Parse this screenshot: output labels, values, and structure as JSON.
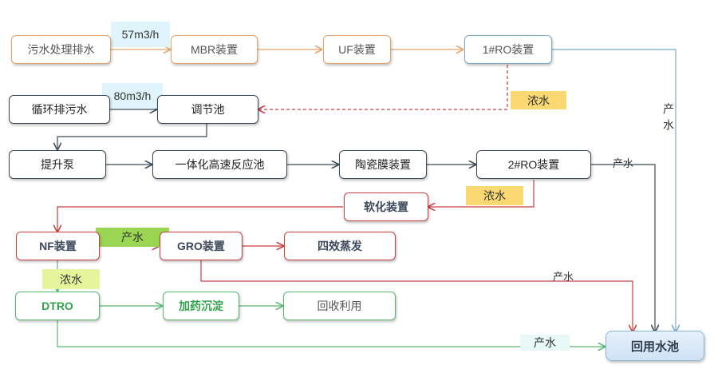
{
  "nodes": {
    "wastewater_discharge": "污水处理排水",
    "mbr": "MBR装置",
    "uf": "UF装置",
    "ro1": "1#RO装置",
    "circulating_blowdown": "循环排污水",
    "regulating_tank": "调节池",
    "lift_pump": "提升泵",
    "hd_reactor": "一体化高速反应池",
    "ceramic_membrane": "陶瓷膜装置",
    "ro2": "2#RO装置",
    "softening": "软化装置",
    "nf": "NF装置",
    "gro": "GRO装置",
    "four_effect_evap": "四效蒸发",
    "dtro": "DTRO",
    "dosing_precip": "加药沉淀",
    "recycle_use": "回收利用",
    "reuse_pool": "回用水池"
  },
  "labels": {
    "flow_57": "57m3/h",
    "flow_80": "80m3/h",
    "concentrate_ro1": "浓水",
    "concentrate_ro2": "浓水",
    "concentrate_nf": "浓水",
    "product_ro1_vertical": "产水",
    "product_ro2": "产水",
    "product_nf": "产水",
    "product_gro": "产水",
    "product_dtro": "产水"
  },
  "colors": {
    "orange_flow": "#e3a56c",
    "blue_flow": "#7aa9cc",
    "dark_flow": "#3c4a57",
    "red_flow": "#c93f40",
    "green_flow": "#59b86f",
    "concentrate_tag": "#fad872",
    "flow_tag": "#dff5fb",
    "nf_product_tag": "#9ad651"
  }
}
